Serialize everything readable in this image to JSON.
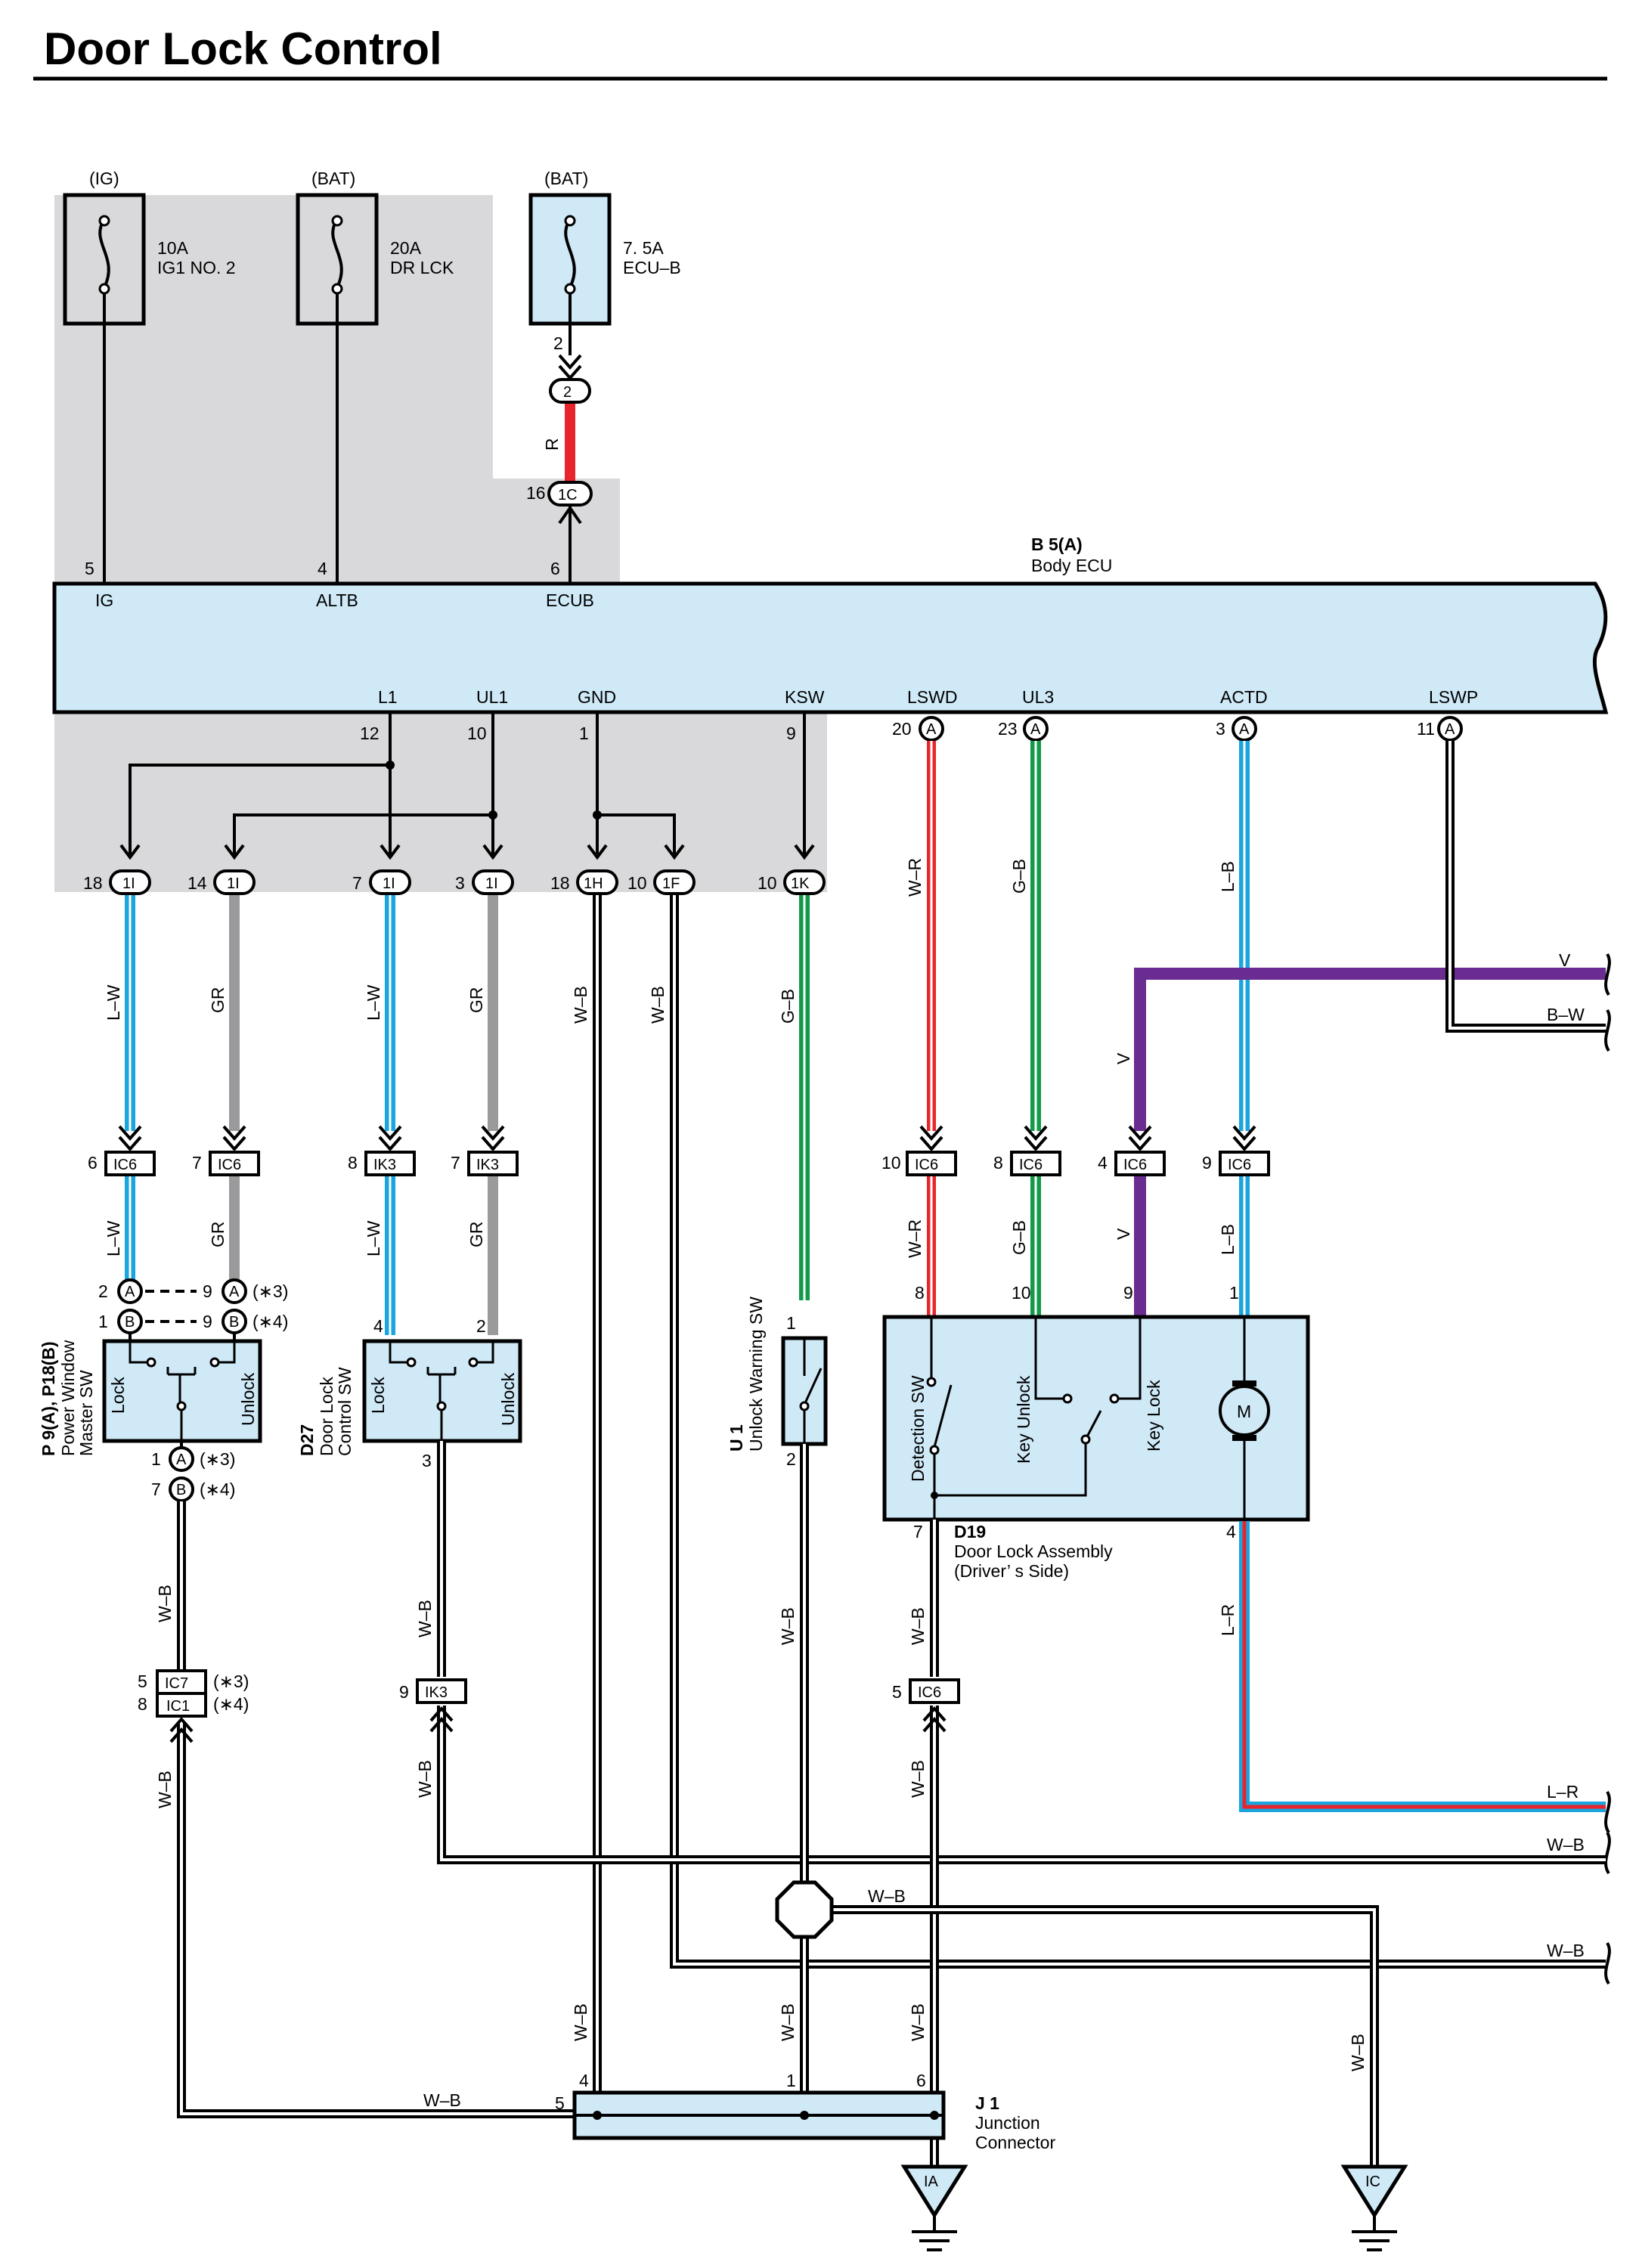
{
  "title": "Door Lock Control",
  "colors": {
    "red": "#e8252c",
    "light_blue": "#1aa5de",
    "gray": "#9a9a9c",
    "green": "#119a48",
    "purple": "#6b2c91",
    "box_fill": "#cfe9f7",
    "shade": "#d9d9db"
  },
  "fuses": [
    {
      "supply": "(IG)",
      "rating": "10A",
      "name": "IG1 NO. 2"
    },
    {
      "supply": "(BAT)",
      "rating": "20A",
      "name": "DR LCK"
    },
    {
      "supply": "(BAT)",
      "rating": "7. 5A",
      "name": "ECU–B"
    }
  ],
  "body_ecu": {
    "id": "B 5(A)",
    "name": "Body ECU",
    "top_pins": [
      {
        "num": "5",
        "name": "IG"
      },
      {
        "num": "4",
        "name": "ALTB"
      },
      {
        "num": "6",
        "name": "ECUB"
      }
    ],
    "bottom_pins": [
      {
        "num": "12",
        "name": "L1"
      },
      {
        "num": "10",
        "name": "UL1"
      },
      {
        "num": "1",
        "name": "GND"
      },
      {
        "num": "9",
        "name": "KSW"
      },
      {
        "num": "20",
        "name": "LSWD",
        "conn": "A"
      },
      {
        "num": "23",
        "name": "UL3",
        "conn": "A"
      },
      {
        "num": "3",
        "name": "ACTD",
        "conn": "A"
      },
      {
        "num": "11",
        "name": "LSWP",
        "conn": "A"
      }
    ]
  },
  "ecub_path": {
    "pin_top": "2",
    "conn_top": "2",
    "wire": "R",
    "pin_bottom": "16",
    "conn_bottom": "1C"
  },
  "top_connectors": [
    {
      "pin": "18",
      "id": "1I",
      "wire": "L–W"
    },
    {
      "pin": "14",
      "id": "1I",
      "wire": "GR"
    },
    {
      "pin": "7",
      "id": "1I",
      "wire": "L–W"
    },
    {
      "pin": "3",
      "id": "1I",
      "wire": "GR"
    },
    {
      "pin": "18",
      "id": "1H",
      "wire": "W–B"
    },
    {
      "pin": "10",
      "id": "1F",
      "wire": "W–B"
    },
    {
      "pin": "10",
      "id": "1K",
      "wire": "G–B"
    }
  ],
  "right_wires": {
    "lswd": "W–R",
    "ul3": "G–B",
    "actd": "L–B",
    "v": "V",
    "bw": "B–W",
    "v_down": "V"
  },
  "mid_connectors": [
    {
      "pin": "6",
      "id": "IC6",
      "wire": "L–W"
    },
    {
      "pin": "7",
      "id": "IC6",
      "wire": "GR"
    },
    {
      "pin": "8",
      "id": "IK3",
      "wire": "L–W"
    },
    {
      "pin": "7",
      "id": "IK3",
      "wire": "GR"
    },
    {
      "pin": "10",
      "id": "IC6",
      "wire": "W–R"
    },
    {
      "pin": "8",
      "id": "IC6",
      "wire": "G–B"
    },
    {
      "pin": "4",
      "id": "IC6",
      "wire": "V"
    },
    {
      "pin": "9",
      "id": "IC6",
      "wire": "L–B"
    }
  ],
  "power_window": {
    "id": "P 9(A), P18(B)",
    "name1": "Power Window",
    "name2": "Master SW",
    "lock": "Lock",
    "unlock": "Unlock",
    "pins": [
      {
        "num": "2",
        "conn": "A",
        "alt_num": "9",
        "alt_conn": "A",
        "note": "(∗3)"
      },
      {
        "num": "1",
        "conn": "B",
        "alt_num": "9",
        "alt_conn": "B",
        "note": "(∗4)"
      }
    ],
    "bottom_pins": [
      {
        "num": "1",
        "conn": "A",
        "note": "(∗3)"
      },
      {
        "num": "7",
        "conn": "B",
        "note": "(∗4)"
      }
    ]
  },
  "door_lock_sw": {
    "id": "D27",
    "name1": "Door Lock",
    "name2": "Control SW",
    "lock": "Lock",
    "unlock": "Unlock",
    "pin_left": "4",
    "pin_right": "2",
    "pin_bottom": "3"
  },
  "unlock_warning": {
    "id": "U 1",
    "name": "Unlock Warning SW",
    "pin_top": "1",
    "pin_bottom": "2"
  },
  "door_lock_assy": {
    "id": "D19",
    "name1": "Door Lock Assembly",
    "name2": "(Driver’ s Side)",
    "pins_top": [
      "8",
      "10",
      "9",
      "1"
    ],
    "pin_bottom_left": "7",
    "pin_bottom_right": "4",
    "detection": "Detection SW",
    "key_unlock": "Key Unlock",
    "key_lock": "Key Lock",
    "motor": "M"
  },
  "lower_wires": {
    "pw": "W–B",
    "dl": "W–B",
    "uw": "W–B",
    "d19": "W–B",
    "d19_b": "W–B",
    "lr": "L–R",
    "ic7_wb": "W–B",
    "ik3_wb": "W–B",
    "ic6_wb": "W–B"
  },
  "lower_connectors": [
    {
      "pin": "5",
      "id": "IC7",
      "note": "(∗3)"
    },
    {
      "pin": "8",
      "id": "IC1",
      "note": "(∗4)"
    },
    {
      "pin": "9",
      "id": "IK3"
    },
    {
      "pin": "5",
      "id": "IC6"
    }
  ],
  "right_out": {
    "lr": "L–R",
    "wb1": "W–B",
    "wb2": "W–B",
    "oct_wb": "W–B",
    "ic_wb": "W–B"
  },
  "junction": {
    "id": "J 1",
    "name1": "Junction",
    "name2": "Connector",
    "pins": [
      "4",
      "1",
      "6"
    ],
    "pin_left": "5",
    "wire_left": "W–B",
    "wire_4": "W–B",
    "wire_1": "W–B",
    "wire_6": "W–B"
  },
  "grounds": [
    {
      "id": "IA"
    },
    {
      "id": "IC"
    }
  ]
}
